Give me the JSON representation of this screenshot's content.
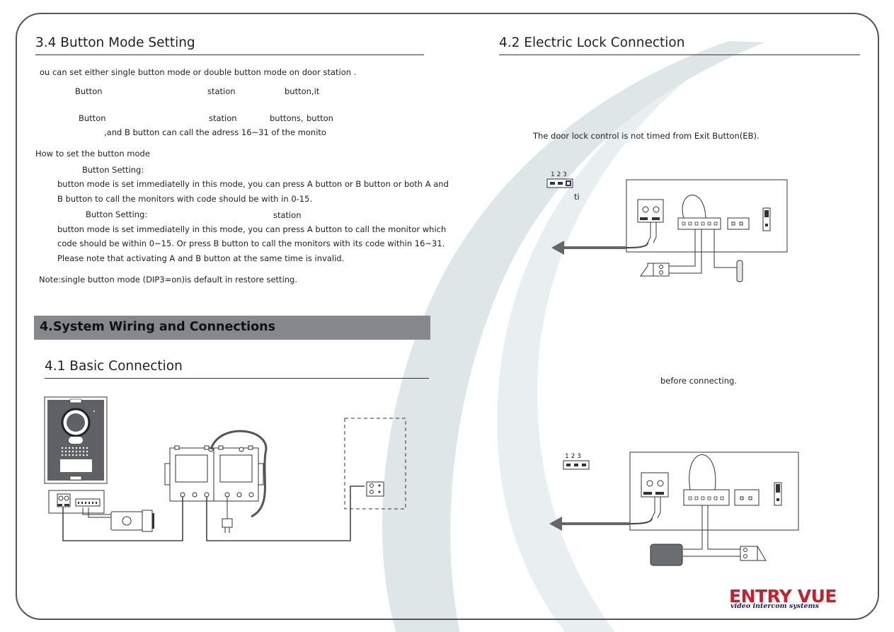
{
  "left": {
    "section_34_title": "3.4 Button Mode Setting",
    "intro": "ou can set either single button mode or double button mode on door station .",
    "line_single_a": "Button",
    "line_single_b": "station",
    "line_single_c": "button,it",
    "line_double_a": "Button",
    "line_double_b": "station",
    "line_double_c": "buttons,",
    "line_double_d": "button",
    "line_double_e": ",and B button can call the adress 16~31 of the monito",
    "how_to": "How to set the button mode",
    "single_setting": "Button Setting:",
    "single_desc_1": "button mode is set immediatelly in this mode, you can press A button or B button or both A and",
    "single_desc_2": "B button to call the monitors with code should be with in 0-15.",
    "double_setting": "Button Setting:",
    "double_station": "station",
    "double_desc_1": "button mode is set immediatelly in this mode, you can press A button to call the monitor which",
    "double_desc_2": "code should be within 0~15. Or press B button to call the monitors with its code within 16~31.",
    "double_desc_3": "Please note that activating A and B button at the same time is invalid.",
    "note": "Note:single button mode (DIP3=on)is default in restore setting.",
    "section_4_banner": "4.System Wiring and Connections",
    "section_41_title": "4.1 Basic Connection"
  },
  "right": {
    "section_42_title": "4.2 Electric Lock Connection",
    "exit_button_note": "The door lock control is not timed from Exit Button(EB).",
    "dip_top_label": "1  2  3",
    "dip_fragment": "ti",
    "before_connecting": "before connecting.",
    "dip_bottom_label": "1  2  3"
  },
  "logo": {
    "brand": "ENTRY VUE",
    "tagline": "video intercom systems"
  }
}
